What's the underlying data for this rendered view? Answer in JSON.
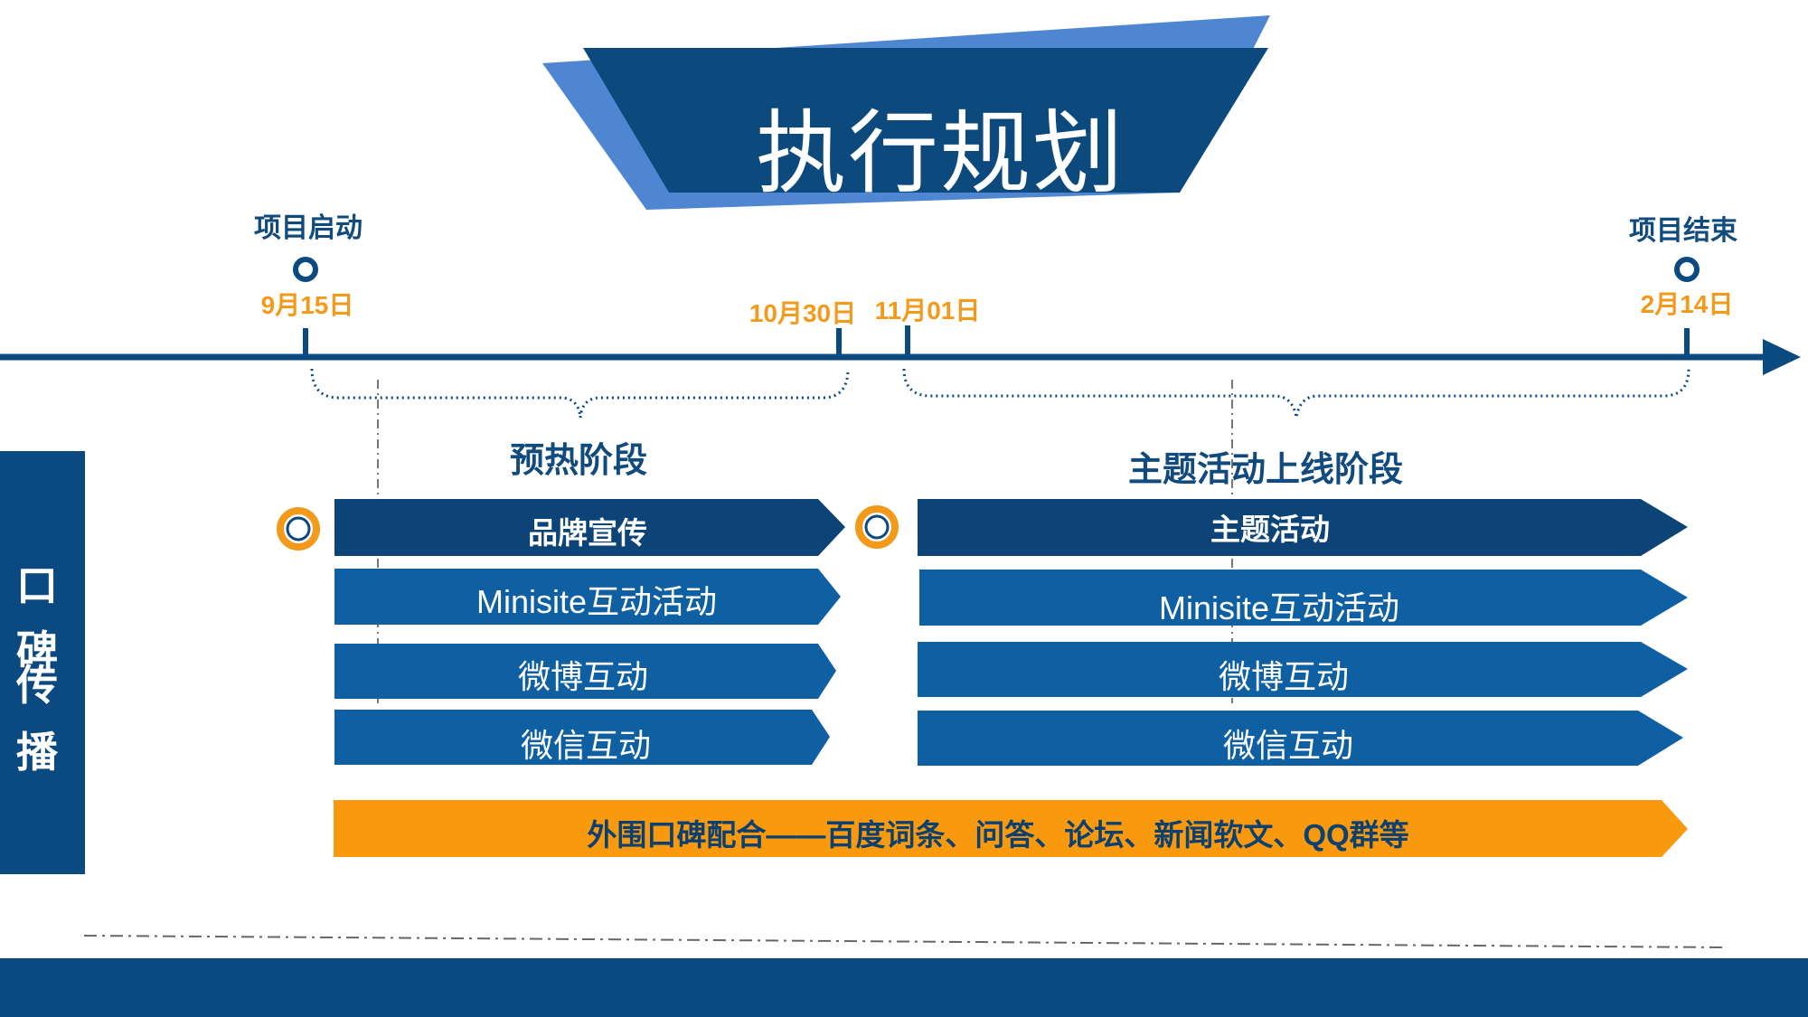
{
  "title": "执行规划",
  "milestones": {
    "start_label": "项目启动",
    "end_label": "项目结束",
    "dates": [
      "9月15日",
      "10月30日",
      "11月01日",
      "2月14日"
    ]
  },
  "phases": {
    "warmup": "预热阶段",
    "theme_launch": "主题活动上线阶段"
  },
  "side_label": [
    "口",
    "碑",
    "传",
    "播"
  ],
  "warmup_rows": [
    "品牌宣传",
    "Minisite互动活动",
    "微博互动",
    "微信互动"
  ],
  "theme_rows": [
    "主题活动",
    "Minisite互动活动",
    "微博互动",
    "微信互动"
  ],
  "wide_bar": "外围口碑配合——百度词条、问答、论坛、新闻软文、QQ群等",
  "colors": {
    "navy": "#0b4070",
    "row_blue": "#0f60a3",
    "accent_orange": "#f39a1b",
    "light_blue": "#4f86d1"
  }
}
